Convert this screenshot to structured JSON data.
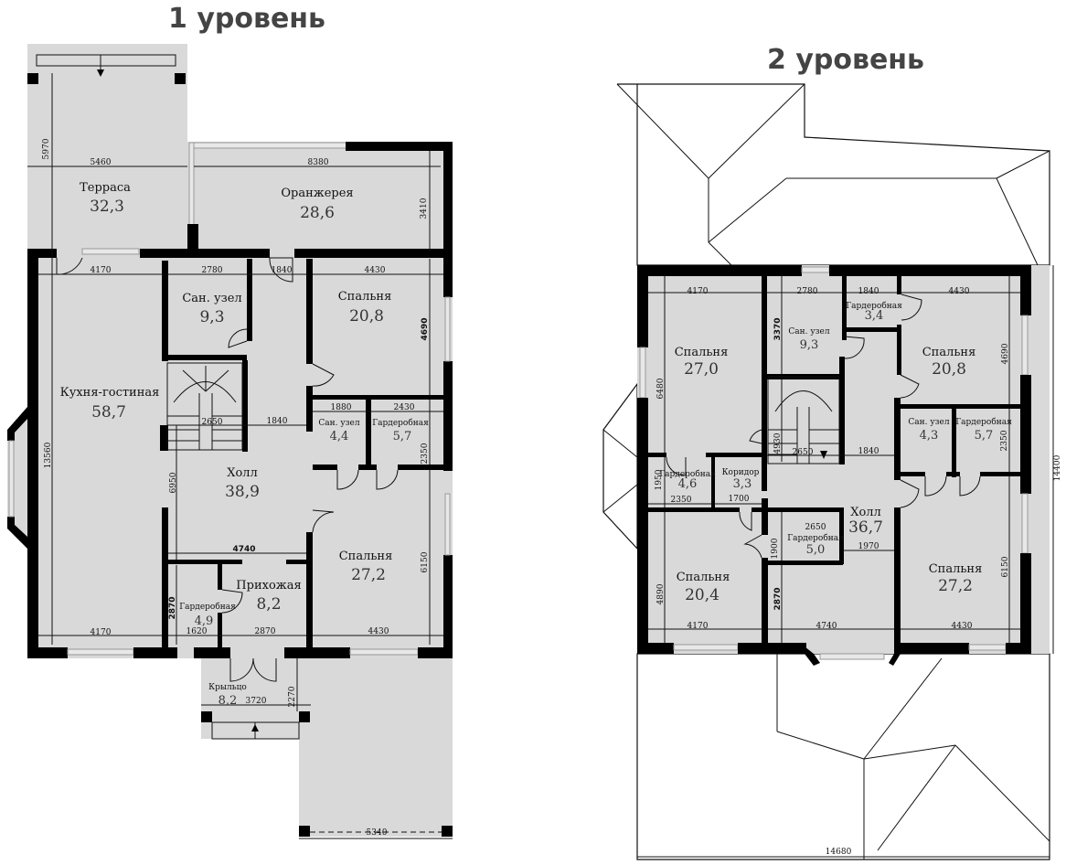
{
  "level1": {
    "title": "1 уровень",
    "rooms": [
      {
        "name": "Терраса",
        "area": "32,3"
      },
      {
        "name": "Оранжерея",
        "area": "28,6"
      },
      {
        "name": "Сан. узел",
        "area": "9,3"
      },
      {
        "name": "Спальня",
        "area": "20,8"
      },
      {
        "name": "Кухня-гостиная",
        "area": "58,7"
      },
      {
        "name": "Сан. узел",
        "area": "4,4"
      },
      {
        "name": "Гардеробная",
        "area": "5,7"
      },
      {
        "name": "Холл",
        "area": "38,9"
      },
      {
        "name": "Спальня",
        "area": "27,2"
      },
      {
        "name": "Прихожая",
        "area": "8,2"
      },
      {
        "name": "Гардеробная",
        "area": "4,9"
      },
      {
        "name": "Крыльцо",
        "area": "8,2"
      }
    ],
    "dimensions": [
      "5970",
      "5460",
      "8380",
      "3410",
      "4170",
      "2780",
      "1840",
      "4430",
      "4690",
      "13560",
      "6950",
      "2650",
      "1840",
      "1880",
      "2430",
      "2350",
      "4740",
      "2870",
      "6150",
      "4170",
      "1620",
      "2870",
      "4430",
      "2270",
      "3720",
      "5340"
    ]
  },
  "level2": {
    "title": "2 уровень",
    "rooms": [
      {
        "name": "Спальня",
        "area": "27,0"
      },
      {
        "name": "Сан. узел",
        "area": "9,3"
      },
      {
        "name": "Гардеробная",
        "area": "3,4"
      },
      {
        "name": "Спальня",
        "area": "20,8"
      },
      {
        "name": "Сан. узел",
        "area": "4,3"
      },
      {
        "name": "Гардеробная",
        "area": "5,7"
      },
      {
        "name": "Коридор",
        "area": "3,3"
      },
      {
        "name": "Гардеробная",
        "area": "4,6"
      },
      {
        "name": "Холл",
        "area": "36,7"
      },
      {
        "name": "Гардеробная",
        "area": "5,0"
      },
      {
        "name": "Спальня",
        "area": "20,4"
      },
      {
        "name": "Спальня",
        "area": "27,2"
      }
    ],
    "dimensions": [
      "4170",
      "2780",
      "1840",
      "4430",
      "3370",
      "4690",
      "6480",
      "4930",
      "2650",
      "1840",
      "2350",
      "1950",
      "2350",
      "1700",
      "2650",
      "1900",
      "1970",
      "4890",
      "2870",
      "6150",
      "4170",
      "4740",
      "4430",
      "14400",
      "14680"
    ]
  },
  "colors": {
    "floor": "#d9d9d9",
    "wall": "#000000",
    "title": "#444444"
  }
}
